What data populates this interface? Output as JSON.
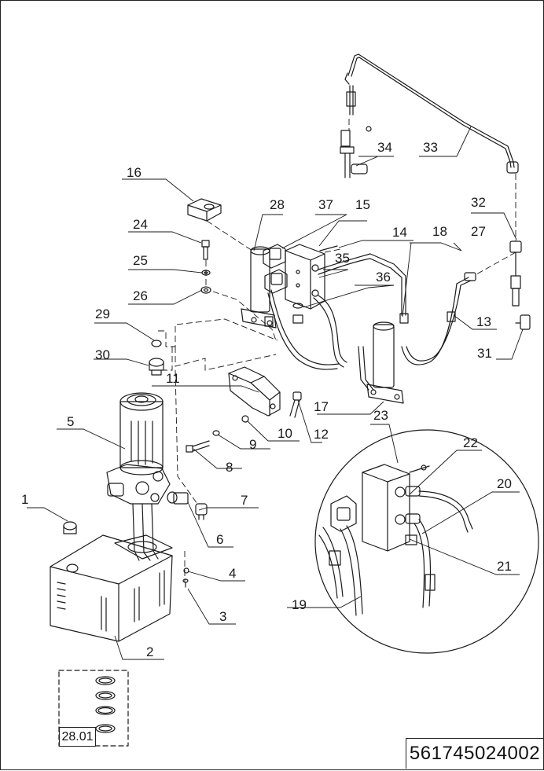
{
  "drawing_number": "561745024002",
  "kit_label": "28.01",
  "callouts": {
    "c1": "1",
    "c2": "2",
    "c3": "3",
    "c4": "4",
    "c5": "5",
    "c6": "6",
    "c7": "7",
    "c8": "8",
    "c9": "9",
    "c10": "10",
    "c11": "11",
    "c12": "12",
    "c13": "13",
    "c14": "14",
    "c15": "15",
    "c16": "16",
    "c17": "17",
    "c18": "18",
    "c19": "19",
    "c20": "20",
    "c21": "21",
    "c22": "22",
    "c23": "23",
    "c24": "24",
    "c25": "25",
    "c26": "26",
    "c27": "27",
    "c28": "28",
    "c29": "29",
    "c30": "30",
    "c31": "31",
    "c32": "32",
    "c33": "33",
    "c34": "34",
    "c35": "35",
    "c36": "36",
    "c37": "37"
  }
}
